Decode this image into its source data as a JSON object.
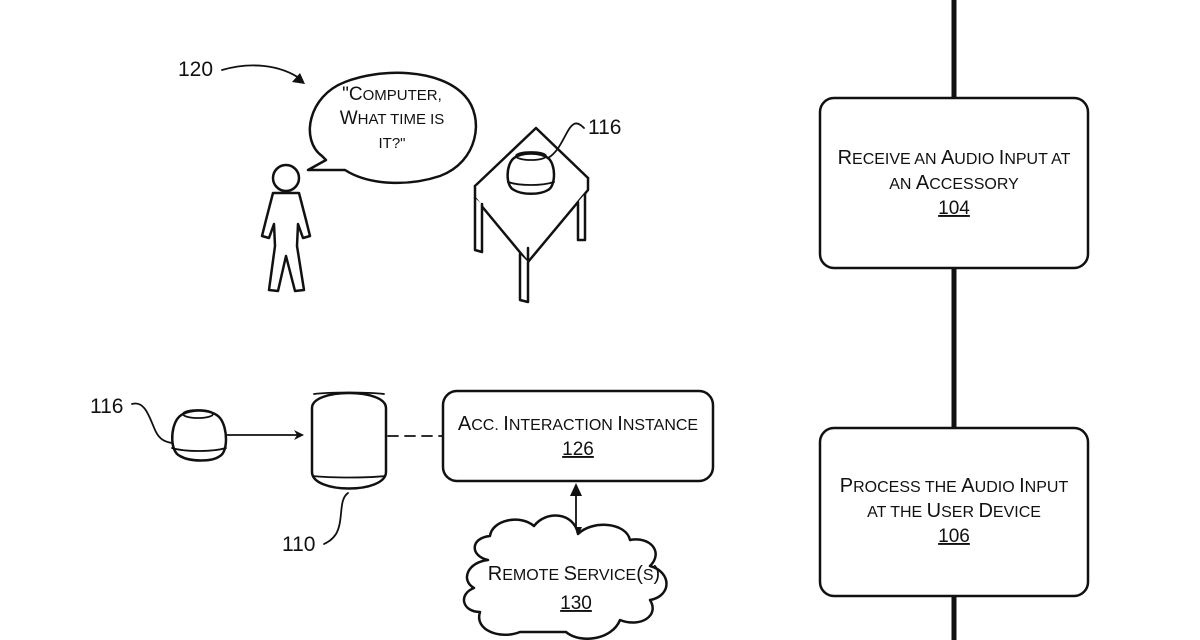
{
  "figure": {
    "type": "patent-drawing",
    "background": "#ffffff",
    "ink_color": "#111111"
  },
  "scene": {
    "user_label": "120",
    "speech_bubble": {
      "lines": [
        [
          {
            "big": "\"C",
            "small": "OMPUTER,"
          }
        ],
        [
          {
            "big": "W",
            "small": "HAT TIME IS"
          }
        ],
        [
          {
            "big": "",
            "small": "IT?\""
          }
        ]
      ],
      "text": "\"Computer, What time is it?\""
    },
    "accessory_on_table_label": "116"
  },
  "system": {
    "accessory_label": "116",
    "user_device_label": "110",
    "interaction_instance": {
      "title_parts": [
        {
          "big": "A",
          "small": "CC. "
        },
        {
          "big": "I",
          "small": "NTERACTION "
        },
        {
          "big": "I",
          "small": "NSTANCE"
        }
      ],
      "title": "Acc. Interaction Instance",
      "ref": "126"
    },
    "remote_service": {
      "title_parts": [
        {
          "big": "R",
          "small": "EMOTE "
        },
        {
          "big": "S",
          "small": "ERVICE"
        },
        {
          "big": "(",
          "small": "S"
        },
        {
          "big": ")",
          "small": ""
        }
      ],
      "title": "Remote Service(s)",
      "ref": "130"
    }
  },
  "flowchart": {
    "steps": [
      {
        "title": "Receive an Audio Input at an Accessory",
        "line1": [
          {
            "big": "R",
            "small": "ECEIVE AN "
          },
          {
            "big": "A",
            "small": "UDIO "
          },
          {
            "big": "I",
            "small": "NPUT AT"
          }
        ],
        "line2": [
          {
            "big": "",
            "small": "AN "
          },
          {
            "big": "A",
            "small": "CCESSORY"
          }
        ],
        "ref": "104"
      },
      {
        "title": "Process the Audio Input at the User Device",
        "line1": [
          {
            "big": "P",
            "small": "ROCESS THE "
          },
          {
            "big": "A",
            "small": "UDIO "
          },
          {
            "big": "I",
            "small": "NPUT"
          }
        ],
        "line2": [
          {
            "big": "",
            "small": "AT THE "
          },
          {
            "big": "U",
            "small": "SER "
          },
          {
            "big": "D",
            "small": "EVICE"
          }
        ],
        "ref": "106"
      }
    ]
  }
}
